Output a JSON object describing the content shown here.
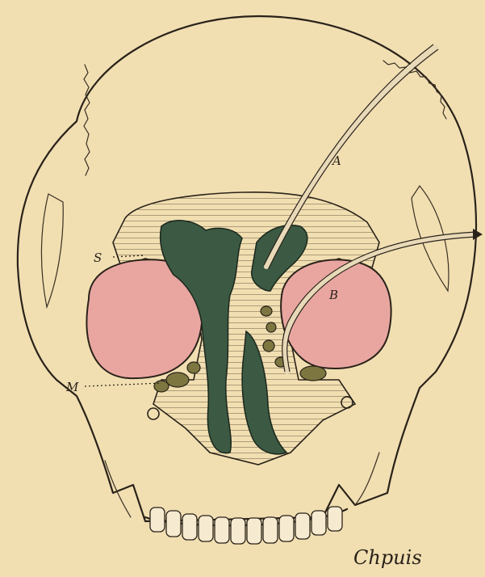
{
  "labels": {
    "a": "A",
    "b": "B",
    "s": "S",
    "m": "M"
  },
  "signature": "Chpuis",
  "colors": {
    "paper": "#f1dfb2",
    "ink": "#2a2219",
    "orbit_fill": "#e9a6a1",
    "nasal_cavity": "#3c5a43",
    "ethmoid_cells": "#7d7640",
    "probe": "#e8d9b8"
  }
}
